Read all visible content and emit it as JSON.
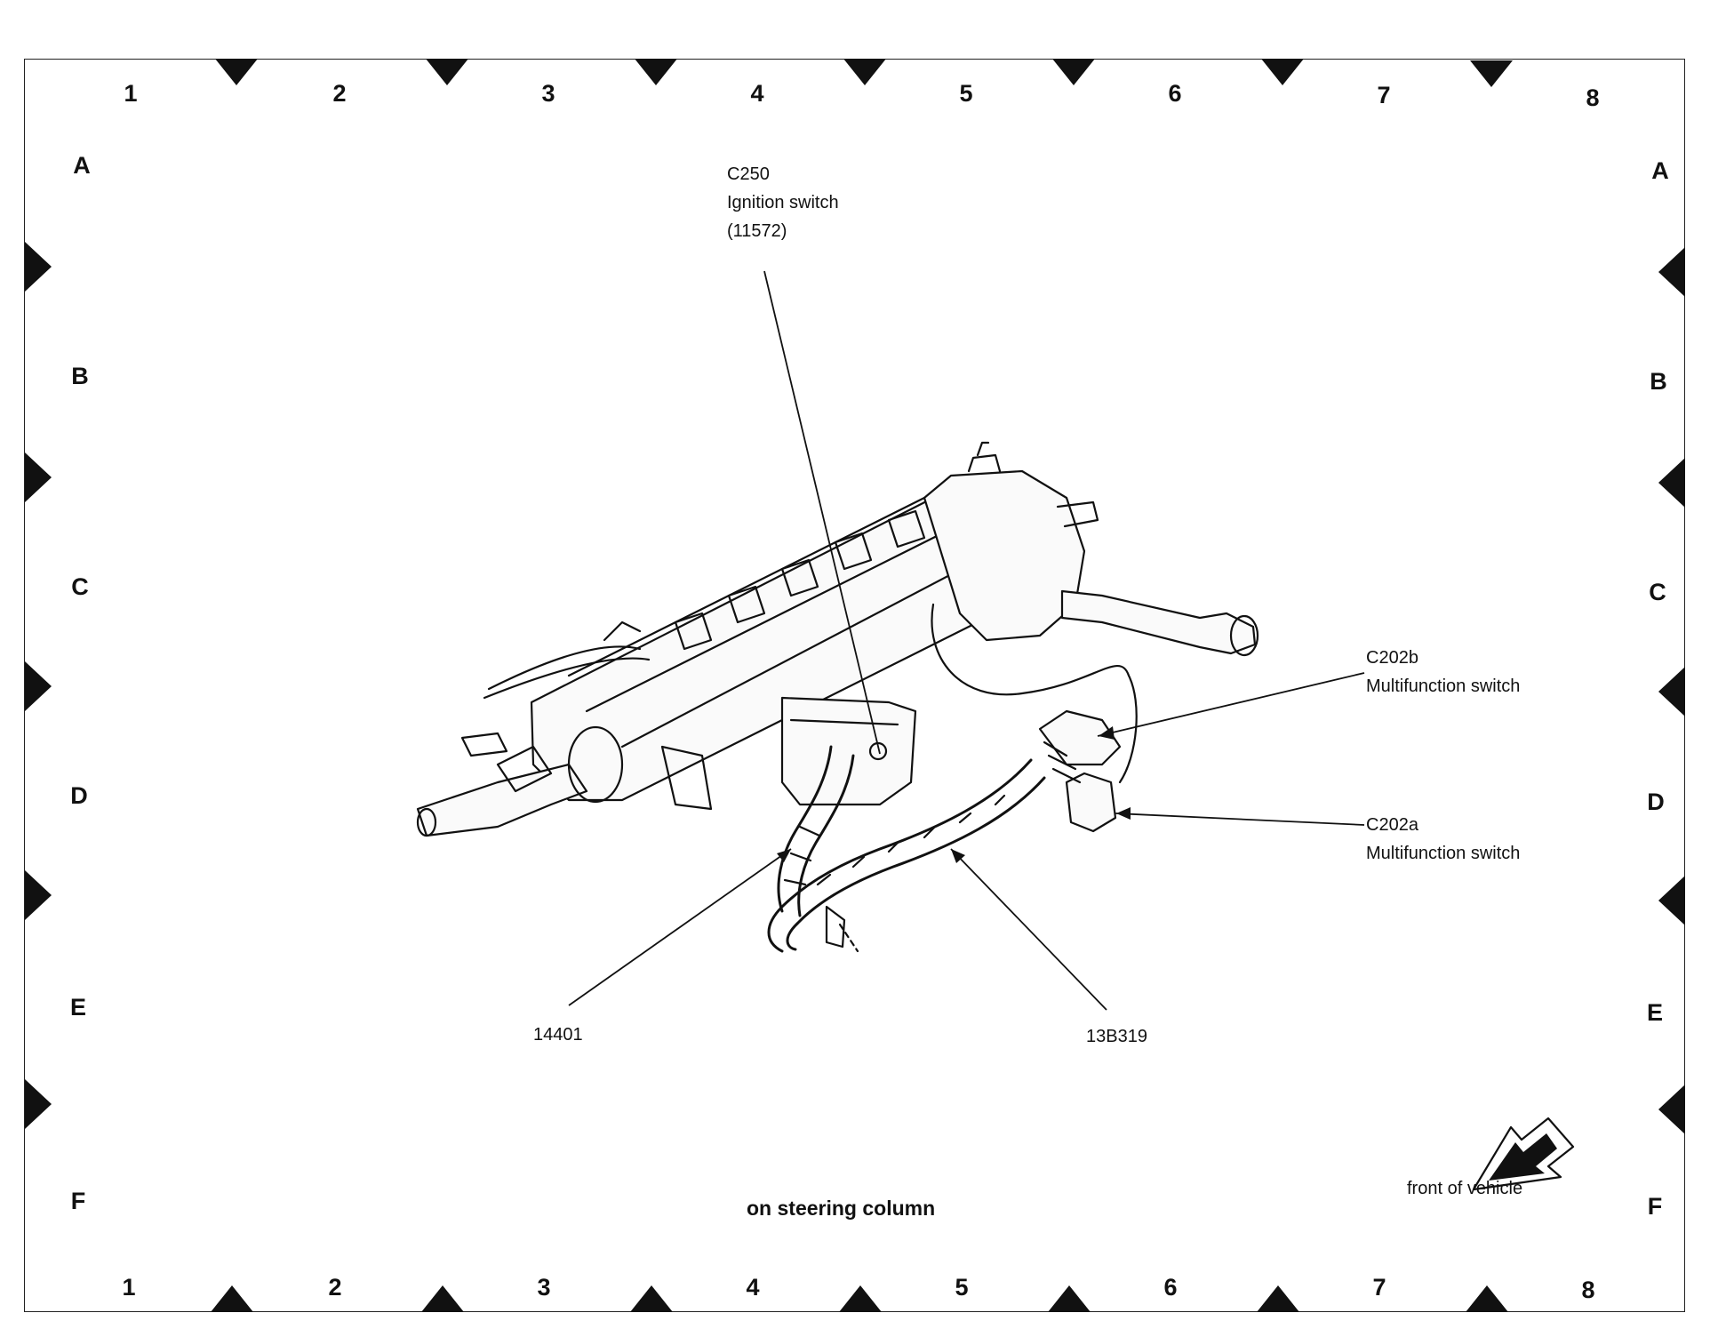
{
  "grid": {
    "columns": [
      "1",
      "2",
      "3",
      "4",
      "5",
      "6",
      "7",
      "8"
    ],
    "rows": [
      "A",
      "B",
      "C",
      "D",
      "E",
      "F"
    ]
  },
  "callouts": {
    "c250": {
      "lines": [
        "C250",
        "Ignition switch",
        "(11572)"
      ]
    },
    "c202b": {
      "lines": [
        "C202b",
        "Multifunction switch"
      ]
    },
    "c202a": {
      "lines": [
        "C202a",
        "Multifunction switch"
      ]
    },
    "harness_14401": "14401",
    "harness_13b319": "13B319"
  },
  "front_of_vehicle": "front of vehicle",
  "caption": "on steering column",
  "icons": [
    "front-of-vehicle-arrow-icon",
    "grid-marker-triangle-icon"
  ]
}
